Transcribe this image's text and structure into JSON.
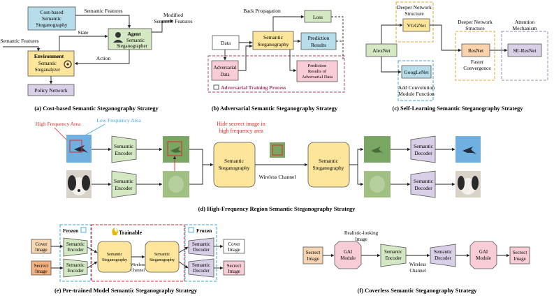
{
  "panel_a": {
    "caption": "(a) Cost-based Semantic Steganography Strategy",
    "cost_box": [
      "Cost-based",
      "Semantic",
      "Steganography"
    ],
    "agent_title": "Agent",
    "agent_sub": [
      "Semantic",
      "Steganographer"
    ],
    "env_title": "Environment",
    "env_sub": [
      "Semantic",
      "Steganalyzer"
    ],
    "policy": "Policy Network",
    "lbl_sem_feat_top": "Semantic Features",
    "lbl_sem_feat_left": "Semantic Features",
    "lbl_modified": [
      "Modified",
      "Semantic Features"
    ],
    "lbl_state": "State",
    "lbl_action": "Action"
  },
  "panel_b": {
    "caption": "(b) Adversarial Semantic Steganography Strategy",
    "data": "Data",
    "sem": [
      "Semantic",
      "Steganography"
    ],
    "loss": "Loss",
    "pred": [
      "Prediction",
      "Results"
    ],
    "adv_data": [
      "Adversarial",
      "Data"
    ],
    "adv_pred": [
      "Prediction",
      "Results of",
      "Adversarial Data"
    ],
    "backprop": "Back Propagation",
    "process": "Adversarial Training Process"
  },
  "panel_c": {
    "caption": "(c) Self-Learning Semantic Steganography Strategy",
    "alexnet": "AlexNet",
    "vggnet": "VGGNet",
    "googlenet": "GoogLeNet",
    "resnet": "ResNet",
    "seresnet": "SE-ResNet",
    "deeper1": [
      "Deeper Network",
      "Structure"
    ],
    "deeper2": [
      "Deeper Network",
      "Structure"
    ],
    "attention": [
      "Attention",
      "Mechanism"
    ],
    "faster": [
      "Faster",
      "Convergence"
    ],
    "add_conv": [
      "Add Convolution",
      "Module Function"
    ]
  },
  "panel_d": {
    "caption": "(d) High-Frequency Region Semantic Steganography Strategy",
    "high_freq": "High Frequency Area",
    "low_freq": "Low Frequency Area",
    "hide_note": [
      "Hide secrect image in",
      "high frequency area"
    ],
    "encoder": [
      "Semantic",
      "Encoder"
    ],
    "stego": [
      "Semantic",
      "Steganography"
    ],
    "decoder": [
      "Semantic",
      "Decoder"
    ],
    "channel": "Wireless Channel"
  },
  "panel_e": {
    "caption": "(e) Pre-trained Model Semantic Steganography Strategy",
    "frozen": "Frozen",
    "trainable": "Trainable",
    "cover_image": [
      "Cover",
      "Image"
    ],
    "secret_image": [
      "Secrect",
      "Image"
    ],
    "encoder": [
      "Semantic",
      "Encoder"
    ],
    "stego": [
      "Semantic",
      "Steganography"
    ],
    "channel": [
      "Wireless",
      "Channel"
    ],
    "decoder": [
      "Semantic",
      "Decoder"
    ]
  },
  "panel_f": {
    "caption": "(f) Coverless Semantic Steganography Strategy",
    "secret_in": [
      "Secrect",
      "Image"
    ],
    "gai": [
      "GAI",
      "Module"
    ],
    "encoder": [
      "Semantic",
      "Encoder"
    ],
    "decoder": [
      "Semantic",
      "Decoder"
    ],
    "realistic": [
      "Realistic-looking",
      "Image"
    ],
    "channel": [
      "Wireless",
      "Channel"
    ],
    "secret_out": [
      "Secrect",
      "Image"
    ]
  },
  "colors": {
    "blue": "#b7dcea",
    "green": "#d5e8c4",
    "yellow": "#fde59b",
    "purple": "#d9cfe6",
    "orange": "#fbd2ac",
    "pink": "#f8cdd6",
    "peach": "#f6d5b0",
    "red_dash": "#e32626",
    "cyan_dash": "#3aa7d9",
    "orange_dash": "#e6a532",
    "purple_dash": "#9a86c5",
    "arrow": "#222222"
  }
}
